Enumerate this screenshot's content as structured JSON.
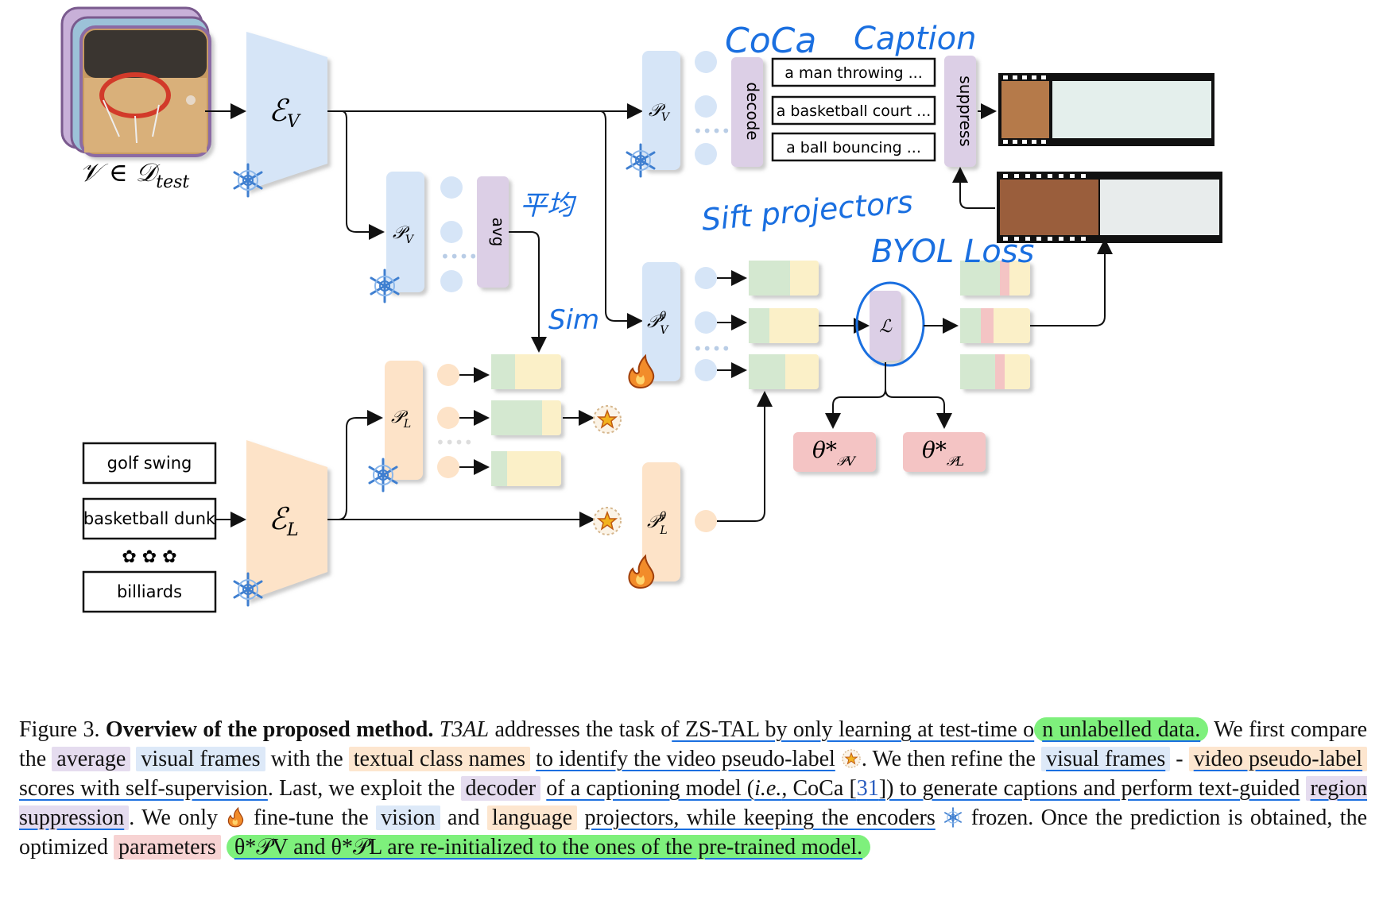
{
  "diagram": {
    "input_label": "𝒱 ∈ 𝒟",
    "input_label_sub": "test",
    "encoder_v": "ℰ",
    "encoder_v_sub": "V",
    "encoder_l": "ℰ",
    "encoder_l_sub": "L",
    "proj_v": "𝒫",
    "proj_v_sub": "V",
    "proj_l": "𝒫",
    "proj_l_sub": "L",
    "theta_sup": "θ",
    "avg_label": "avg",
    "decode_label": "decode",
    "suppress_label": "suppress",
    "loss_label": "ℒ",
    "captions": [
      "a man throwing ...",
      "a basketball court ...",
      "a ball bouncing ..."
    ],
    "class_names": [
      "golf swing",
      "basketball dunk",
      "billiards"
    ],
    "theta_out_v": "θ*",
    "theta_out_v_sub": "𝒫V",
    "theta_out_l": "θ*",
    "theta_out_l_sub": "𝒫L",
    "annotations": {
      "coca": "CoCa",
      "caption": "Caption",
      "avg_cn": "平均",
      "sim": "Sim",
      "sift": "Sift projectors",
      "byol": "BYOL Loss"
    }
  },
  "caption": {
    "fig_label": "Figure 3.",
    "title": "Overview of the proposed method.",
    "method": "T3AL",
    "s1a": "addresses the task o",
    "s1b": "f ZS-TAL by only learning at test-time o",
    "s1c": "n unlabelled data.",
    "s2a": "We first compare the",
    "h_average": "average",
    "h_visual_frames": "visual frames",
    "s2b": "with the",
    "h_textual": "textual class names",
    "s2c": "to identify the video pseudo-label",
    "s2d": ". We then refine the",
    "h_visual_frames2": "visual frames",
    "dash": "-",
    "h_pseudo": "video pseudo-label",
    "s3a": "scores with self-supervision",
    "s3b": ". Last, we exploit the",
    "h_decoder": "decoder",
    "s3c": "of a captioning model (",
    "ie": "i.e.",
    "s3d": ", CoCa [",
    "ref": "31",
    "s3e": "]) to generate captions and perform text-guided",
    "h_region": "region suppression",
    "s4a": ". We only",
    "s4b": "fine-tune the",
    "h_vision": "vision",
    "s4c": "and",
    "h_language": "language",
    "s4d": "projectors, while keeping the encoders",
    "s4e": "frozen. Once the prediction is obtained, the optimized",
    "h_params": "parameters",
    "s5a": "θ*𝒫V and θ*𝒫L are re-initialized to the ones of the pre-trained model."
  },
  "colors": {
    "blue": "#d6e5f7",
    "orange": "#fde3c8",
    "purple": "#dccfe6",
    "red": "#f4c4c4",
    "green": "#d4e8d0",
    "yellow": "#fbf0c8",
    "annotation": "#1a6fe0",
    "highlight_green": "#7ef07c"
  }
}
